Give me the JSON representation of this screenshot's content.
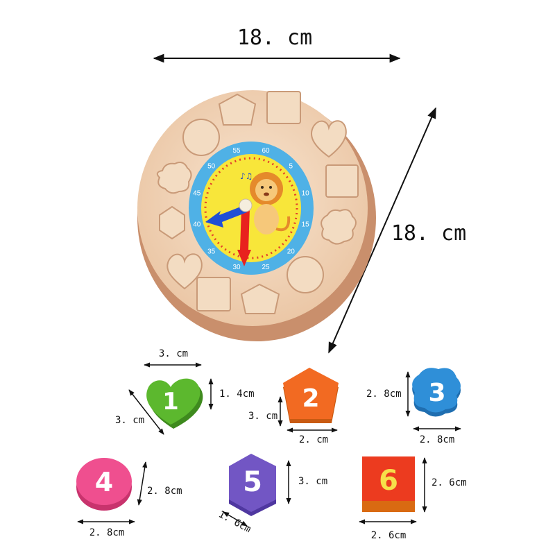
{
  "dimensions": {
    "top_width": "18. cm",
    "side_length": "18. cm",
    "block1_width": "3. cm",
    "block1_height": "1. 4cm",
    "block1_depth": "3. cm",
    "block2_height": "3. cm",
    "block2_width": "2. cm",
    "block3_height": "2. 8cm",
    "block3_width": "2. 8cm",
    "block4_height": "2. 8cm",
    "block4_width": "2. 8cm",
    "block5_height": "3. cm",
    "block5_depth": "1. 6cm",
    "block6_height": "2. 6cm",
    "block6_width": "2. 6cm"
  },
  "blocks": [
    {
      "number": "1",
      "shape": "heart",
      "color": "#5cb82e"
    },
    {
      "number": "2",
      "shape": "pentagon",
      "color": "#f26a22"
    },
    {
      "number": "3",
      "shape": "clover",
      "color": "#2f8fd8"
    },
    {
      "number": "4",
      "shape": "circle",
      "color": "#ef4f8f"
    },
    {
      "number": "5",
      "shape": "hexagon",
      "color": "#7256c4"
    },
    {
      "number": "6",
      "shape": "square",
      "color": "#ec3b1f"
    }
  ],
  "clock_minutes": [
    "55",
    "60",
    "5",
    "10",
    "15",
    "20",
    "25",
    "30",
    "35",
    "40",
    "45",
    "50"
  ],
  "colors": {
    "wood": "#efd3b4",
    "wood_edge": "#d9a98a",
    "dial_blue": "#4fb1e6",
    "dial_yellow": "#f8e63a",
    "hand_red": "#e8221e",
    "hand_blue": "#1f4fd6"
  }
}
